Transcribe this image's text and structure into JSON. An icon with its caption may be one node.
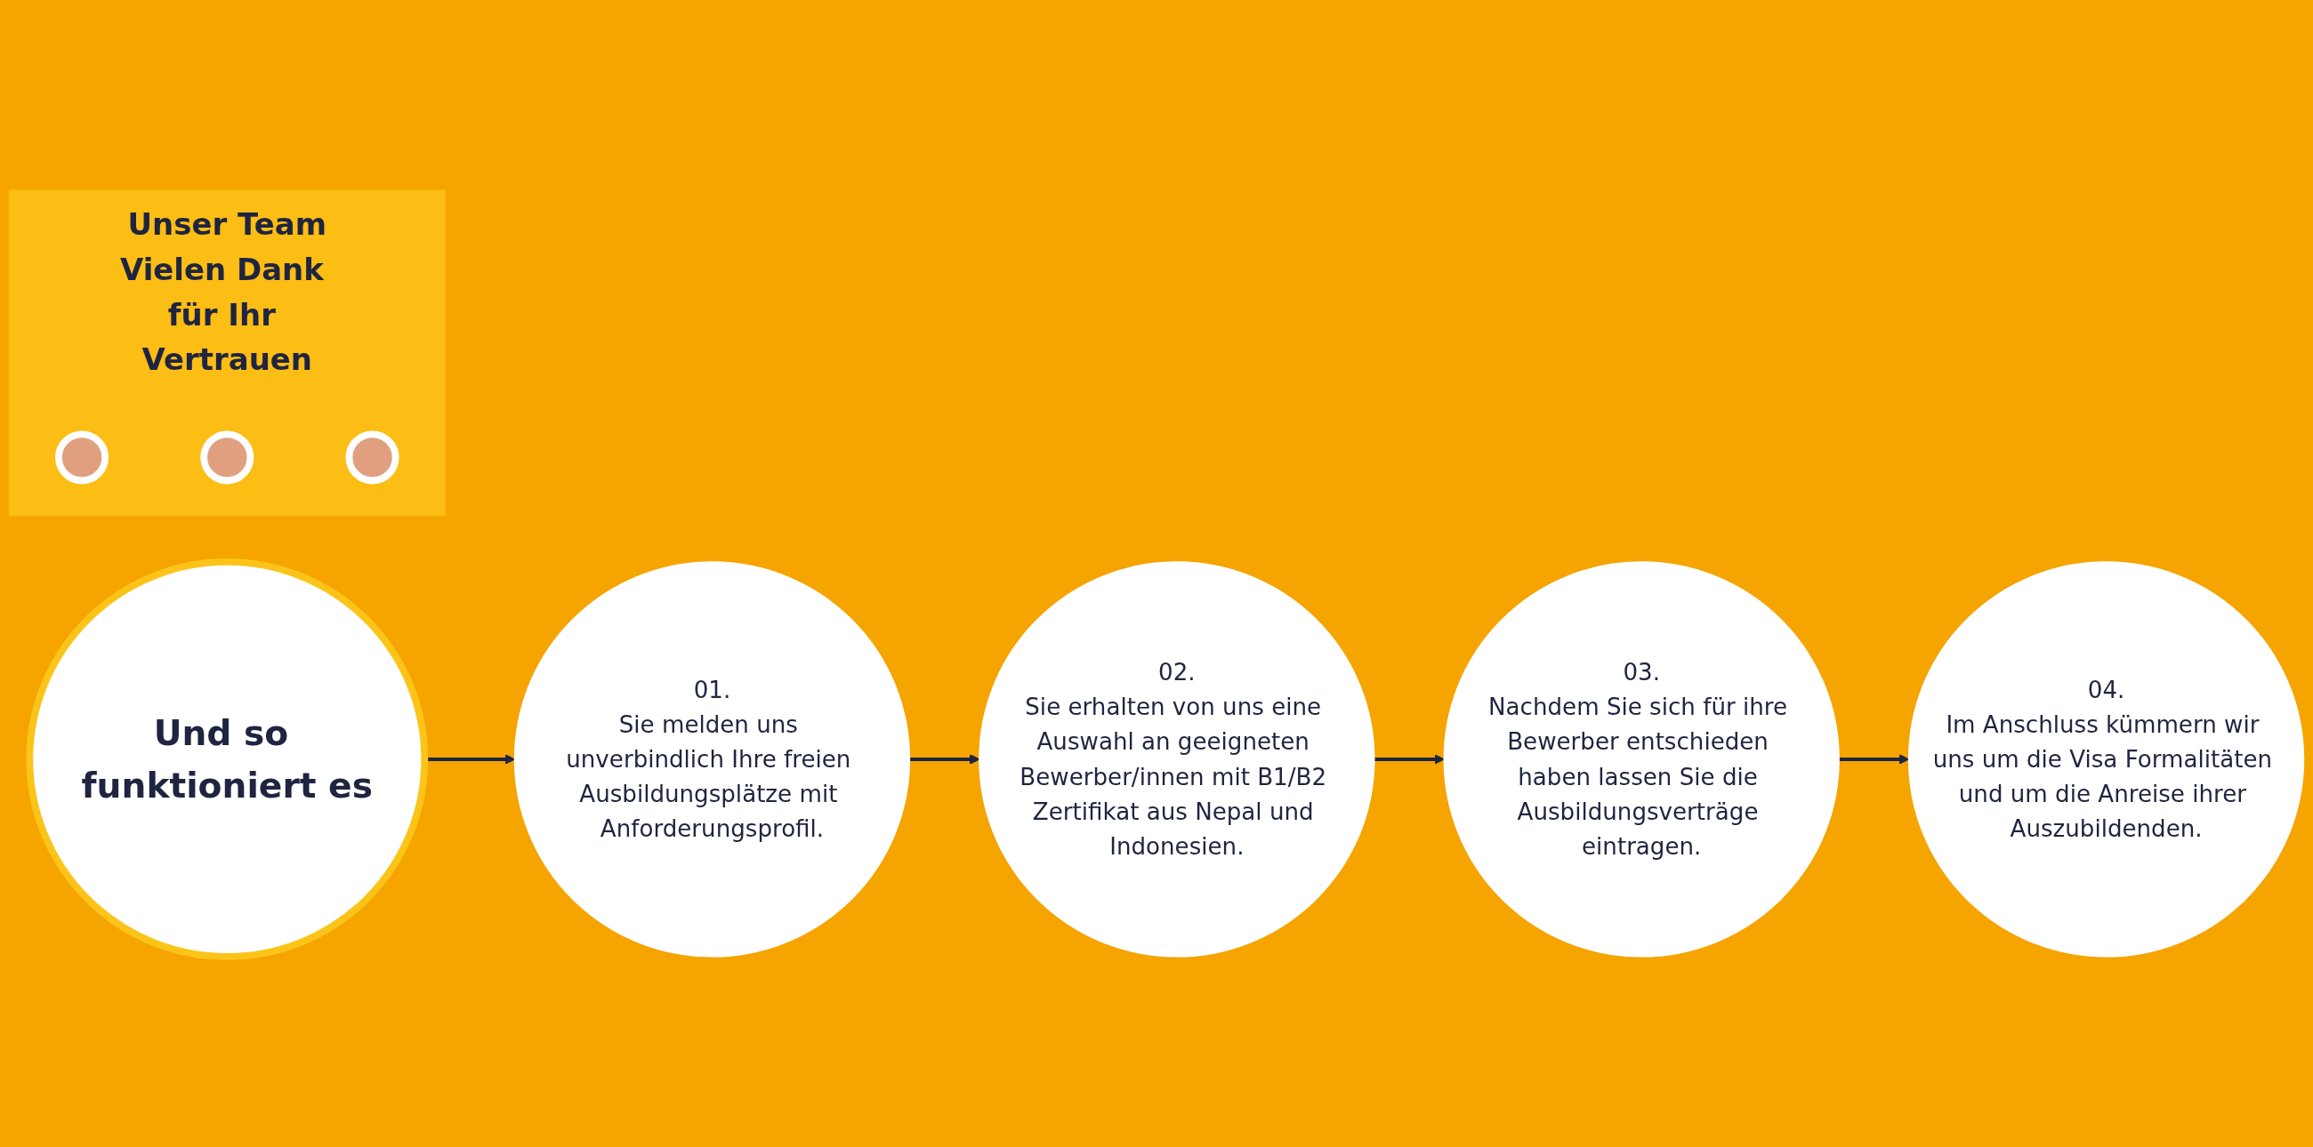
{
  "diagram": {
    "nodes": [
      {
        "text": [
          "Und so funktioniert es"
        ]
      },
      {
        "text": [
          "01.",
          "Sie melden uns unverbindlich Ihre freien Ausbildungsplätze mit Anforderungsprofil."
        ]
      },
      {
        "text": [
          "02.",
          "Sie erhalten von uns eine Auswahl an geeigneten Bewerber/innen mit B1/B2 Zertifikat aus Nepal und Indonesien."
        ]
      },
      {
        "text": [
          "03.",
          "Nachdem Sie sich für ihre Bewerber entschieden haben lassen Sie die Ausbildungsverträge eintragen."
        ]
      },
      {
        "text": [
          "04.",
          "Im Anschluss kümmern wir uns um die Visa Formalitäten und um die Anreise ihrer Auszubildenden."
        ]
      },
      {
        "text": [
          "Unser Team",
          "Vielen Dank für Ihr Vertrauen"
        ]
      },
      {
        "text": [],
        "shape": "circle",
        "in": 5
      },
      {
        "text": [],
        "shape": "circle",
        "in": 5
      },
      {
        "text": [],
        "shape": "circle",
        "in": 5
      }
    ],
    "edges": [
      {
        "from": 0,
        "to": 1,
        "arrow": "to"
      },
      {
        "from": 1,
        "to": 2,
        "arrow": "to"
      },
      {
        "from": 2,
        "to": 3,
        "arrow": "to"
      },
      {
        "from": 3,
        "to": 4,
        "arrow": "to"
      }
    ]
  }
}
